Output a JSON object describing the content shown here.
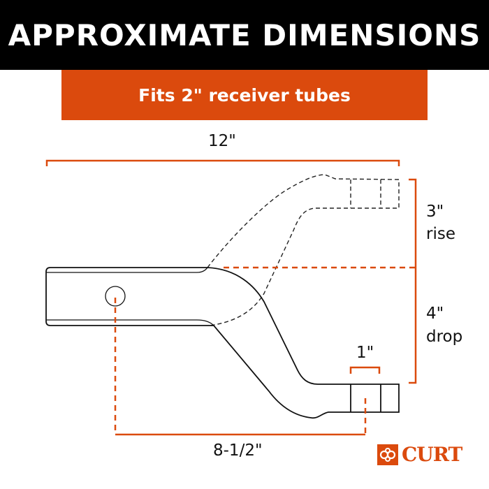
{
  "header": {
    "title": "APPROXIMATE DIMENSIONS"
  },
  "banner": {
    "text": "Fits 2\" receiver tubes"
  },
  "dimensions": {
    "length": "12\"",
    "rise_value": "3\"",
    "rise_label": "rise",
    "drop_value": "4\"",
    "drop_label": "drop",
    "hole_size": "1\"",
    "hole_offset": "8-1/2\""
  },
  "logo": {
    "text": "CURT"
  },
  "colors": {
    "accent": "#db4a0d",
    "header_bg": "#000000",
    "line": "#111111"
  }
}
